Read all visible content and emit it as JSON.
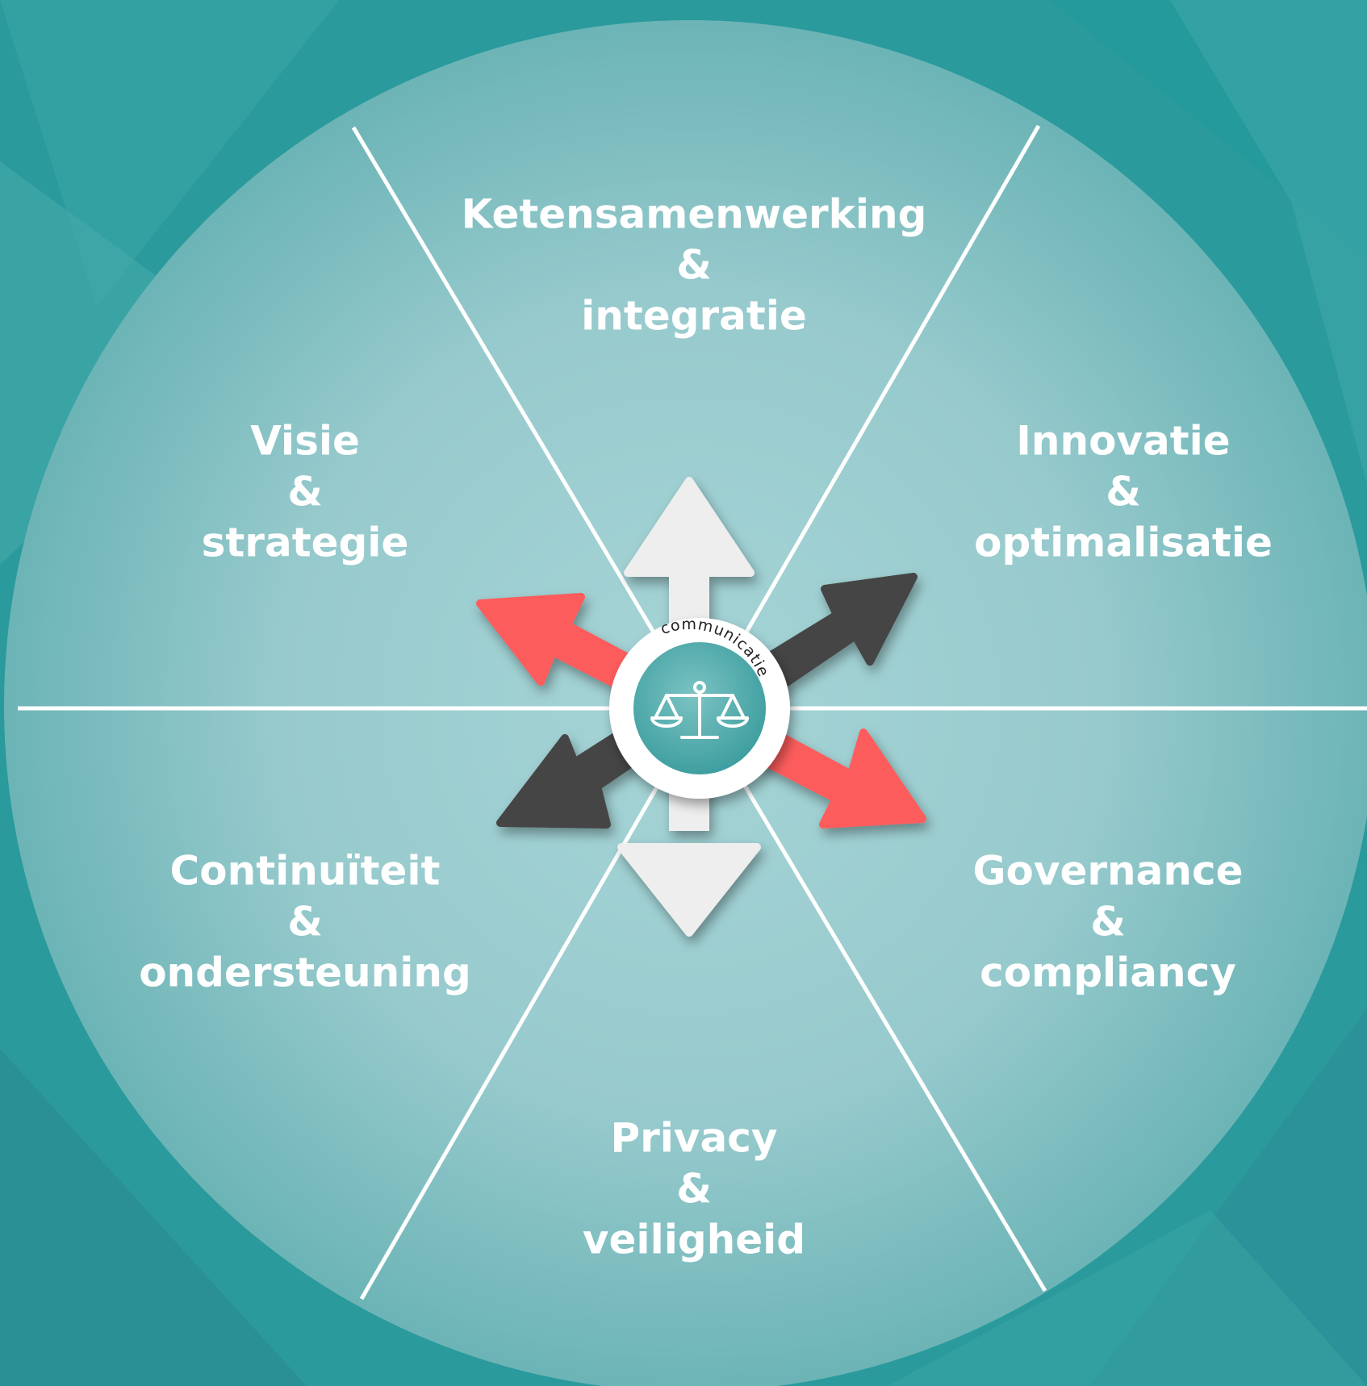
{
  "diagram": {
    "segments": [
      {
        "id": "top",
        "line1": "Ketensamenwerking",
        "amp": "&",
        "line2": "integratie"
      },
      {
        "id": "upper-left",
        "line1": "Visie",
        "amp": "&",
        "line2": "strategie"
      },
      {
        "id": "upper-right",
        "line1": "Innovatie",
        "amp": "&",
        "line2": "optimalisatie"
      },
      {
        "id": "lower-left",
        "line1": "Continuïteit",
        "amp": "&",
        "line2": "ondersteuning"
      },
      {
        "id": "lower-right",
        "line1": "Governance",
        "amp": "&",
        "line2": "compliancy"
      },
      {
        "id": "bottom",
        "line1": "Privacy",
        "amp": "&",
        "line2": "veiligheid"
      }
    ],
    "center": {
      "ring_text": "communicatie",
      "icon": "balance-scale-icon"
    }
  },
  "colors": {
    "background": "#2a9a9c",
    "circle_center": "#a6d4d6",
    "circle_edge": "#6cb4b6",
    "divider": "#ffffff",
    "arrow_light": "#eeeeee",
    "arrow_red": "#fd5c5c",
    "arrow_dark": "#444444",
    "hub_fill": "#5bb0b0",
    "text": "#ffffff"
  }
}
